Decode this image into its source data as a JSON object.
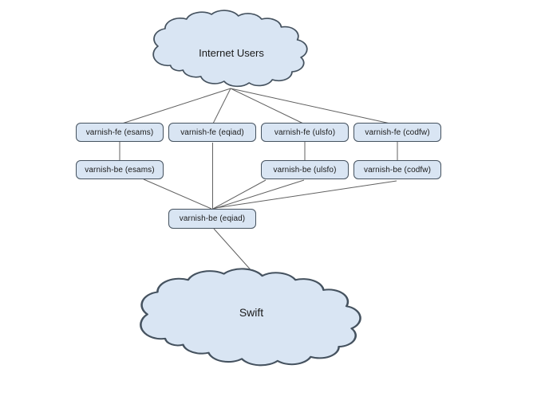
{
  "diagram": {
    "clouds": [
      {
        "label": "Internet Users"
      },
      {
        "label": "Swift"
      }
    ],
    "nodes": [
      {
        "label": "varnish-fe (esams)"
      },
      {
        "label": "varnish-fe (eqiad)"
      },
      {
        "label": "varnish-fe (ulsfo)"
      },
      {
        "label": "varnish-fe (codfw)"
      },
      {
        "label": "varnish-be (esams)"
      },
      {
        "label": "varnish-be (ulsfo)"
      },
      {
        "label": "varnish-be (codfw)"
      },
      {
        "label": "varnish-be (eqiad)"
      }
    ],
    "edges": [
      {
        "from": "Internet Users",
        "to": "varnish-fe (esams)"
      },
      {
        "from": "Internet Users",
        "to": "varnish-fe (eqiad)"
      },
      {
        "from": "Internet Users",
        "to": "varnish-fe (ulsfo)"
      },
      {
        "from": "Internet Users",
        "to": "varnish-fe (codfw)"
      },
      {
        "from": "varnish-fe (esams)",
        "to": "varnish-be (esams)"
      },
      {
        "from": "varnish-fe (eqiad)",
        "to": "varnish-be (eqiad)"
      },
      {
        "from": "varnish-fe (ulsfo)",
        "to": "varnish-be (ulsfo)"
      },
      {
        "from": "varnish-fe (codfw)",
        "to": "varnish-be (codfw)"
      },
      {
        "from": "varnish-be (esams)",
        "to": "varnish-be (eqiad)"
      },
      {
        "from": "varnish-be (ulsfo)",
        "to": "varnish-be (eqiad)"
      },
      {
        "from": "varnish-be (codfw)",
        "to": "varnish-be (eqiad)"
      },
      {
        "from": "varnish-be (eqiad)",
        "to": "Swift"
      }
    ],
    "colors": {
      "node_fill": "#d9e5f3",
      "node_border": "#45525f",
      "cloud_fill": "#d9e5f3",
      "cloud_border": "#45525f",
      "connector": "#616161",
      "text": "#1a1a1a",
      "background": "#ffffff"
    }
  }
}
